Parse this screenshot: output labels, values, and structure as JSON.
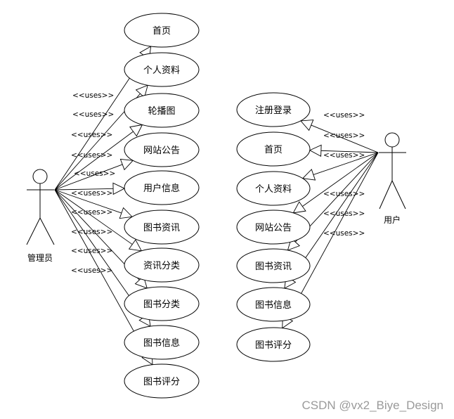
{
  "diagram": {
    "actors": {
      "admin": {
        "label": "管理员"
      },
      "user": {
        "label": "用户"
      }
    },
    "relation_label": "<<uses>>",
    "admin_use_cases": [
      "首页",
      "个人资料",
      "轮播图",
      "网站公告",
      "用户信息",
      "图书资讯",
      "资讯分类",
      "图书分类",
      "图书信息",
      "图书评分"
    ],
    "user_use_cases": [
      "注册登录",
      "首页",
      "个人资料",
      "网站公告",
      "图书资讯",
      "图书信息",
      "图书评分"
    ]
  },
  "watermark": "CSDN @vx2_Biye_Design"
}
